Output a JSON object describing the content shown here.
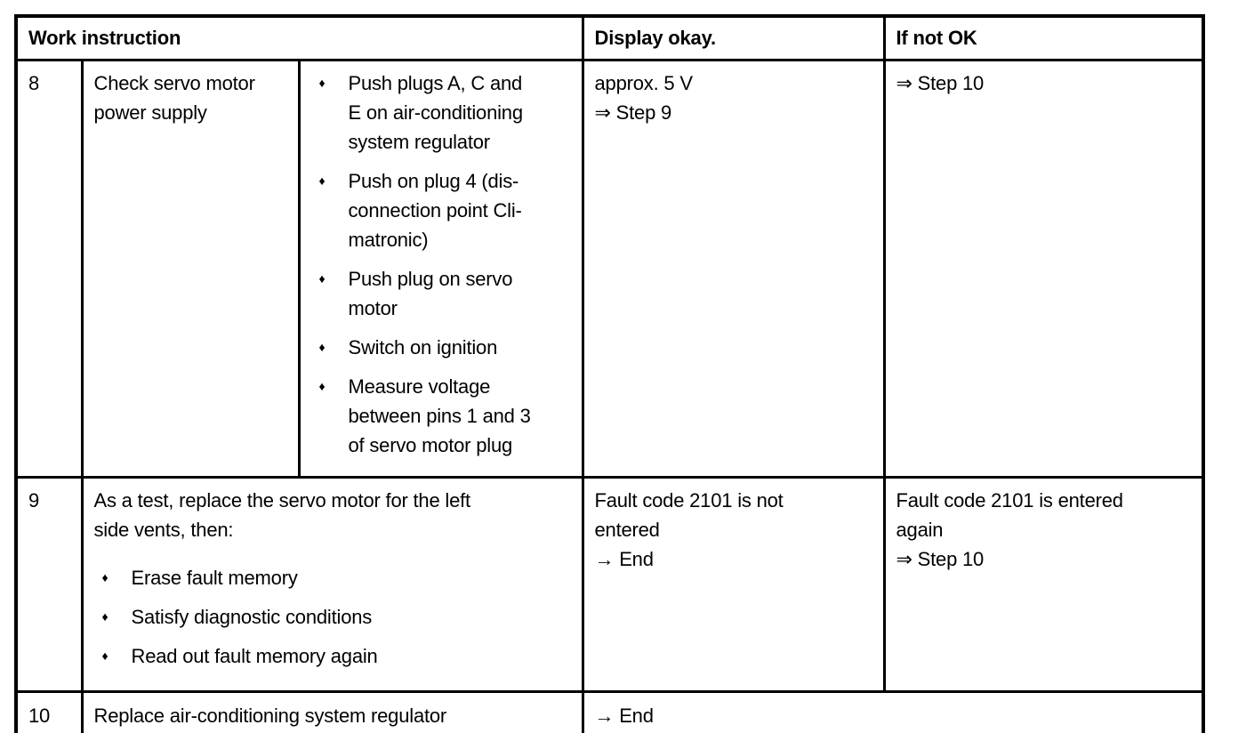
{
  "icons": {
    "bullet": "♦"
  },
  "header": {
    "work_instruction": "Work instruction",
    "display_okay": "Display okay.",
    "if_not_ok": "If not OK"
  },
  "rows": {
    "r8": {
      "step": "8",
      "task": "Check servo motor\npower supply",
      "bullets": [
        "Push plugs A, C and\nE on air-conditioning\nsystem regulator",
        "Push on plug 4 (dis-\nconnection point Cli-\nmatronic)",
        "Push plug on servo\nmotor",
        "Switch on ignition",
        "Measure voltage\nbetween pins 1 and 3\nof servo motor plug"
      ],
      "display_okay": "approx. 5 V\n⇒ Step 9",
      "if_not_ok": "⇒ Step 10"
    },
    "r9": {
      "step": "9",
      "task_intro": "As a test, replace the servo motor for the left\nside vents, then:",
      "bullets": [
        "Erase fault memory",
        "Satisfy diagnostic conditions",
        "Read out fault memory again"
      ],
      "display_okay": "Fault code 2101 is not\nentered\n→ End",
      "if_not_ok": "Fault code 2101 is entered\nagain\n⇒ Step 10"
    },
    "r10": {
      "step": "10",
      "task": "Replace air-conditioning system regulator",
      "result": "→ End"
    }
  }
}
